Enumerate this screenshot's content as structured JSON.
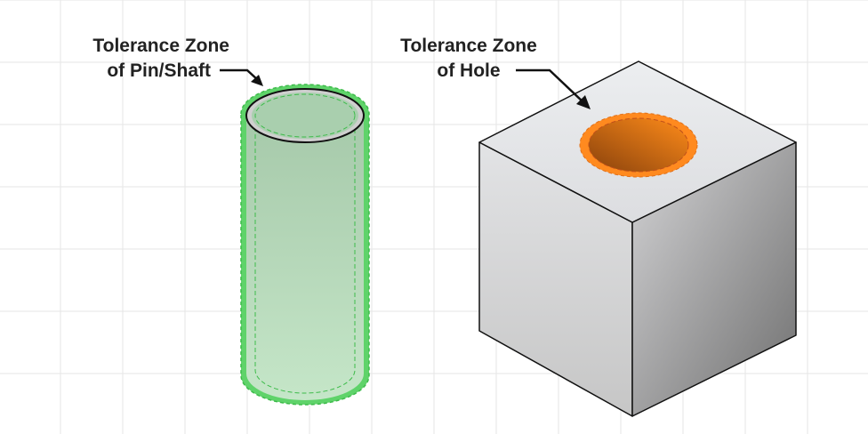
{
  "pin_label": {
    "line1": "Tolerance Zone",
    "line2": "of Pin/Shaft"
  },
  "hole_label": {
    "line1": "Tolerance Zone",
    "line2": "of Hole"
  },
  "colors": {
    "grid": "#e6e6e6",
    "pin_zone": "#5fd36a",
    "pin_body": "#a9cfae",
    "hole_zone": "#ff8a1f",
    "hole_inner": "#b85a10",
    "cube_top": "#e3e4e7",
    "cube_left": "#d6d7d9",
    "cube_right": "#8a8a8a"
  }
}
